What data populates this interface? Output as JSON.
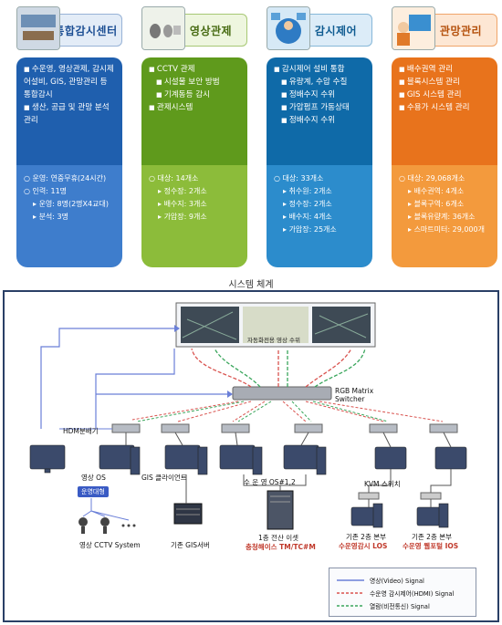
{
  "cards": [
    {
      "title": "통합감시센터",
      "bullets": [
        "수운영, 영상관제, 감시제어설비, GIS, 관망관리 등 통합감시",
        "생산, 공급 및 관망 분석관리"
      ],
      "stats": [
        {
          "text": "운영: 연중무휴(24시간)",
          "sub": false
        },
        {
          "text": "인력: 11명",
          "sub": false
        },
        {
          "text": "운영: 8명(2명X4교대)",
          "sub": true
        },
        {
          "text": "분석: 3명",
          "sub": true
        }
      ]
    },
    {
      "title": "영상관제",
      "bullets": [
        "CCTV 관제",
        "시설물 보안 방범",
        "기계동등 감시",
        "관제시스템"
      ],
      "stats": [
        {
          "text": "대상: 14개소",
          "sub": false
        },
        {
          "text": "정수장: 2개소",
          "sub": true
        },
        {
          "text": "배수지: 3개소",
          "sub": true
        },
        {
          "text": "가압장: 9개소",
          "sub": true
        }
      ]
    },
    {
      "title": "감시제어",
      "bullets": [
        "감시제어 설비 통합",
        "유량계, 수압 수질",
        "정배수지 수위",
        "가압펌프 가동상태",
        "정배수지 수위"
      ],
      "stats": [
        {
          "text": "대상: 33개소",
          "sub": false
        },
        {
          "text": "취수원: 2개소",
          "sub": true
        },
        {
          "text": "정수장: 2개소",
          "sub": true
        },
        {
          "text": "배수지: 4개소",
          "sub": true
        },
        {
          "text": "가압장: 25개소",
          "sub": true
        }
      ]
    },
    {
      "title": "관망관리",
      "bullets": [
        "배수권역 관리",
        "블록시스템 관리",
        "GIS 시스템 관리",
        "수용가 시스템 관리"
      ],
      "stats": [
        {
          "text": "대상: 29,068개소",
          "sub": false
        },
        {
          "text": "배수권역: 4개소",
          "sub": true
        },
        {
          "text": "블록구역: 6개소",
          "sub": true
        },
        {
          "text": "블록유량계: 36개소",
          "sub": true
        },
        {
          "text": "스마트미터: 29,000개",
          "sub": true
        }
      ]
    }
  ],
  "caption": "시스템 체계",
  "diagram": {
    "screen_text": "자동화전용 영상 수위",
    "switcher": "RGB Matrix Switcher",
    "hdm": "HDM분배기",
    "video_os": "영상 OS",
    "gis_client": "GIS 클라이언트",
    "badge": "운영대형",
    "cctv": "영상 CCTV System",
    "gis_server": "기존 GIS서버",
    "water_os": "수 운 영  OS#1,2",
    "kvm": "KVM 스위치",
    "server": "1층 전산 이셋",
    "server_red": "충청해이스 TM/TC#M",
    "site1": "기존 2층 본부",
    "site1_red": "수운영감시 LOS",
    "site2": "기존 2층 본부",
    "site2_red": "수운영 웹포털 IOS",
    "legend": [
      "영상(Video) Signal",
      "수운영 감시제어(HDMI) Signal",
      "열람(비전통신) Signal"
    ]
  },
  "colors": {
    "card1": "#1f5fae",
    "card2": "#5f9a1c",
    "card3": "#0f6aa8",
    "card4": "#e8731c",
    "video_line": "#6a7fd8",
    "hdmi_line": "#d9534f",
    "net_line": "#3aa65c"
  }
}
